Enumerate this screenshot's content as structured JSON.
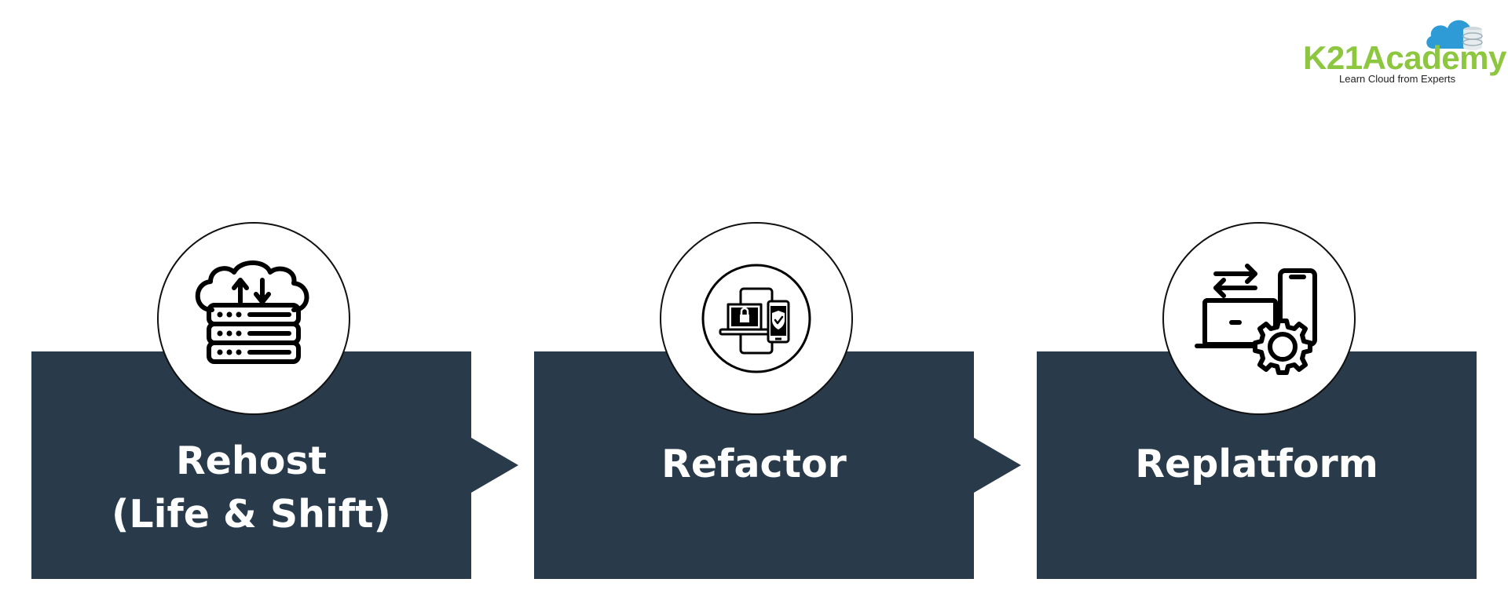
{
  "logo": {
    "brand": "K21Academy",
    "tagline": "Learn Cloud from Experts",
    "icon": "cloud-database-icon",
    "brand_color": "#8dc63f",
    "cloud_color": "#2f9bd6"
  },
  "colors": {
    "panel": "#293a4b",
    "text": "#ffffff",
    "outline": "#111111"
  },
  "steps": [
    {
      "label_line1": "Rehost",
      "label_line2": "(Life & Shift)",
      "icon": "cloud-server-transfer-icon"
    },
    {
      "label": "Refactor",
      "icon": "secure-devices-icon"
    },
    {
      "label": "Replatform",
      "icon": "laptop-phone-gear-icon"
    }
  ]
}
